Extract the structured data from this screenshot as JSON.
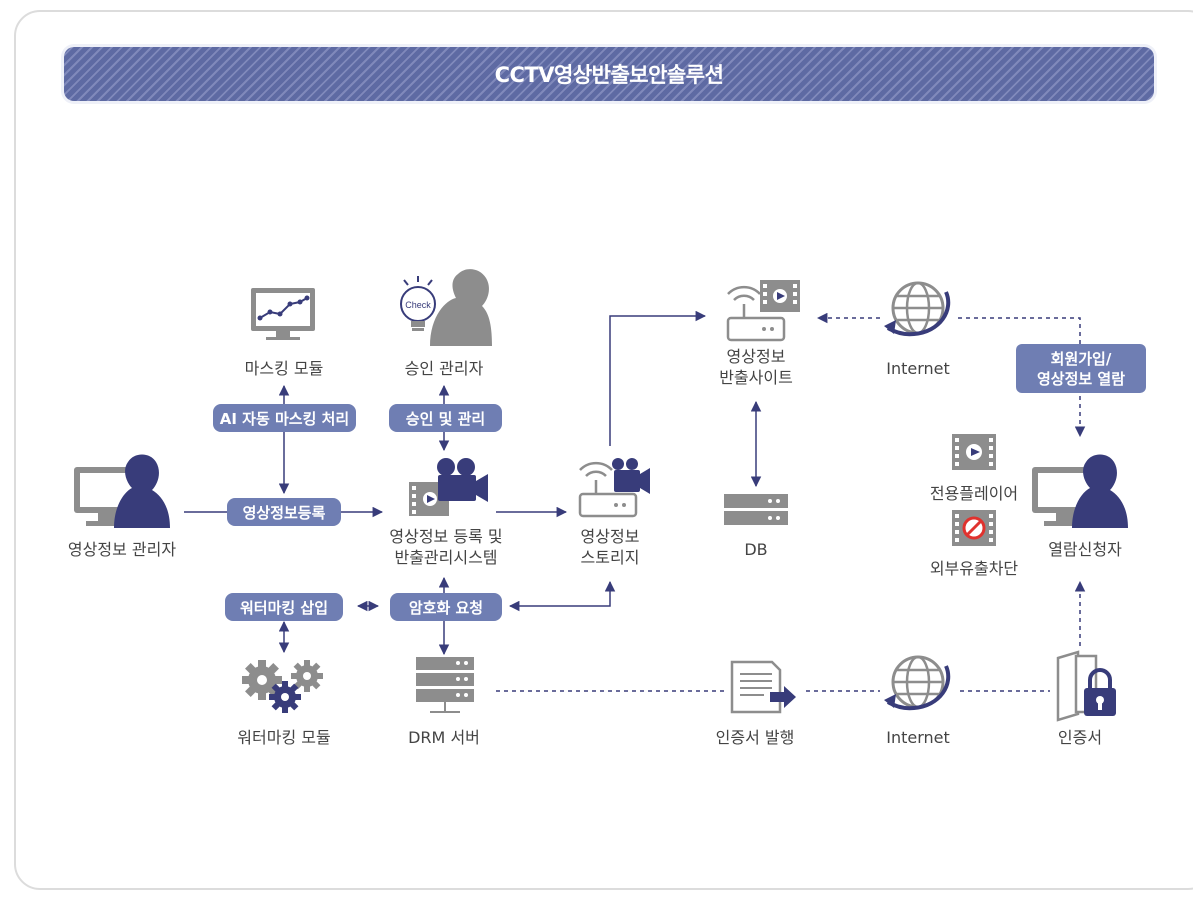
{
  "title": "CCTV영상반출보안솔루션",
  "colors": {
    "navy": "#383c7a",
    "gray": "#8a8a8a",
    "pill": "#6f7eb3",
    "title_bar": "#6470a8"
  },
  "nodes": {
    "masking_module": "마스킹 모듈",
    "approval_manager": "승인 관리자",
    "video_admin": "영상정보 관리자",
    "registration_system_l1": "영상정보 등록 및",
    "registration_system_l2": "반출관리시스템",
    "storage_l1": "영상정보",
    "storage_l2": "스토리지",
    "export_site_l1": "영상정보",
    "export_site_l2": "반출사이트",
    "db": "DB",
    "internet_top": "Internet",
    "dedicated_player": "전용플레이어",
    "external_block": "외부유출차단",
    "viewer": "열람신청자",
    "watermark_module": "워터마킹 모듈",
    "drm_server": "DRM 서버",
    "cert_issue": "인증서 발행",
    "internet_bottom": "Internet",
    "certificate": "인증서"
  },
  "pills": {
    "ai_masking": "AI 자동 마스킹 처리",
    "approve_manage": "승인 및 관리",
    "video_register": "영상정보등록",
    "watermark_insert": "워터마킹 삽입",
    "encrypt_request": "암호화 요청",
    "signup_l1": "회원가입/",
    "signup_l2": "영상정보 열람"
  },
  "icon_text": {
    "check": "Check"
  }
}
